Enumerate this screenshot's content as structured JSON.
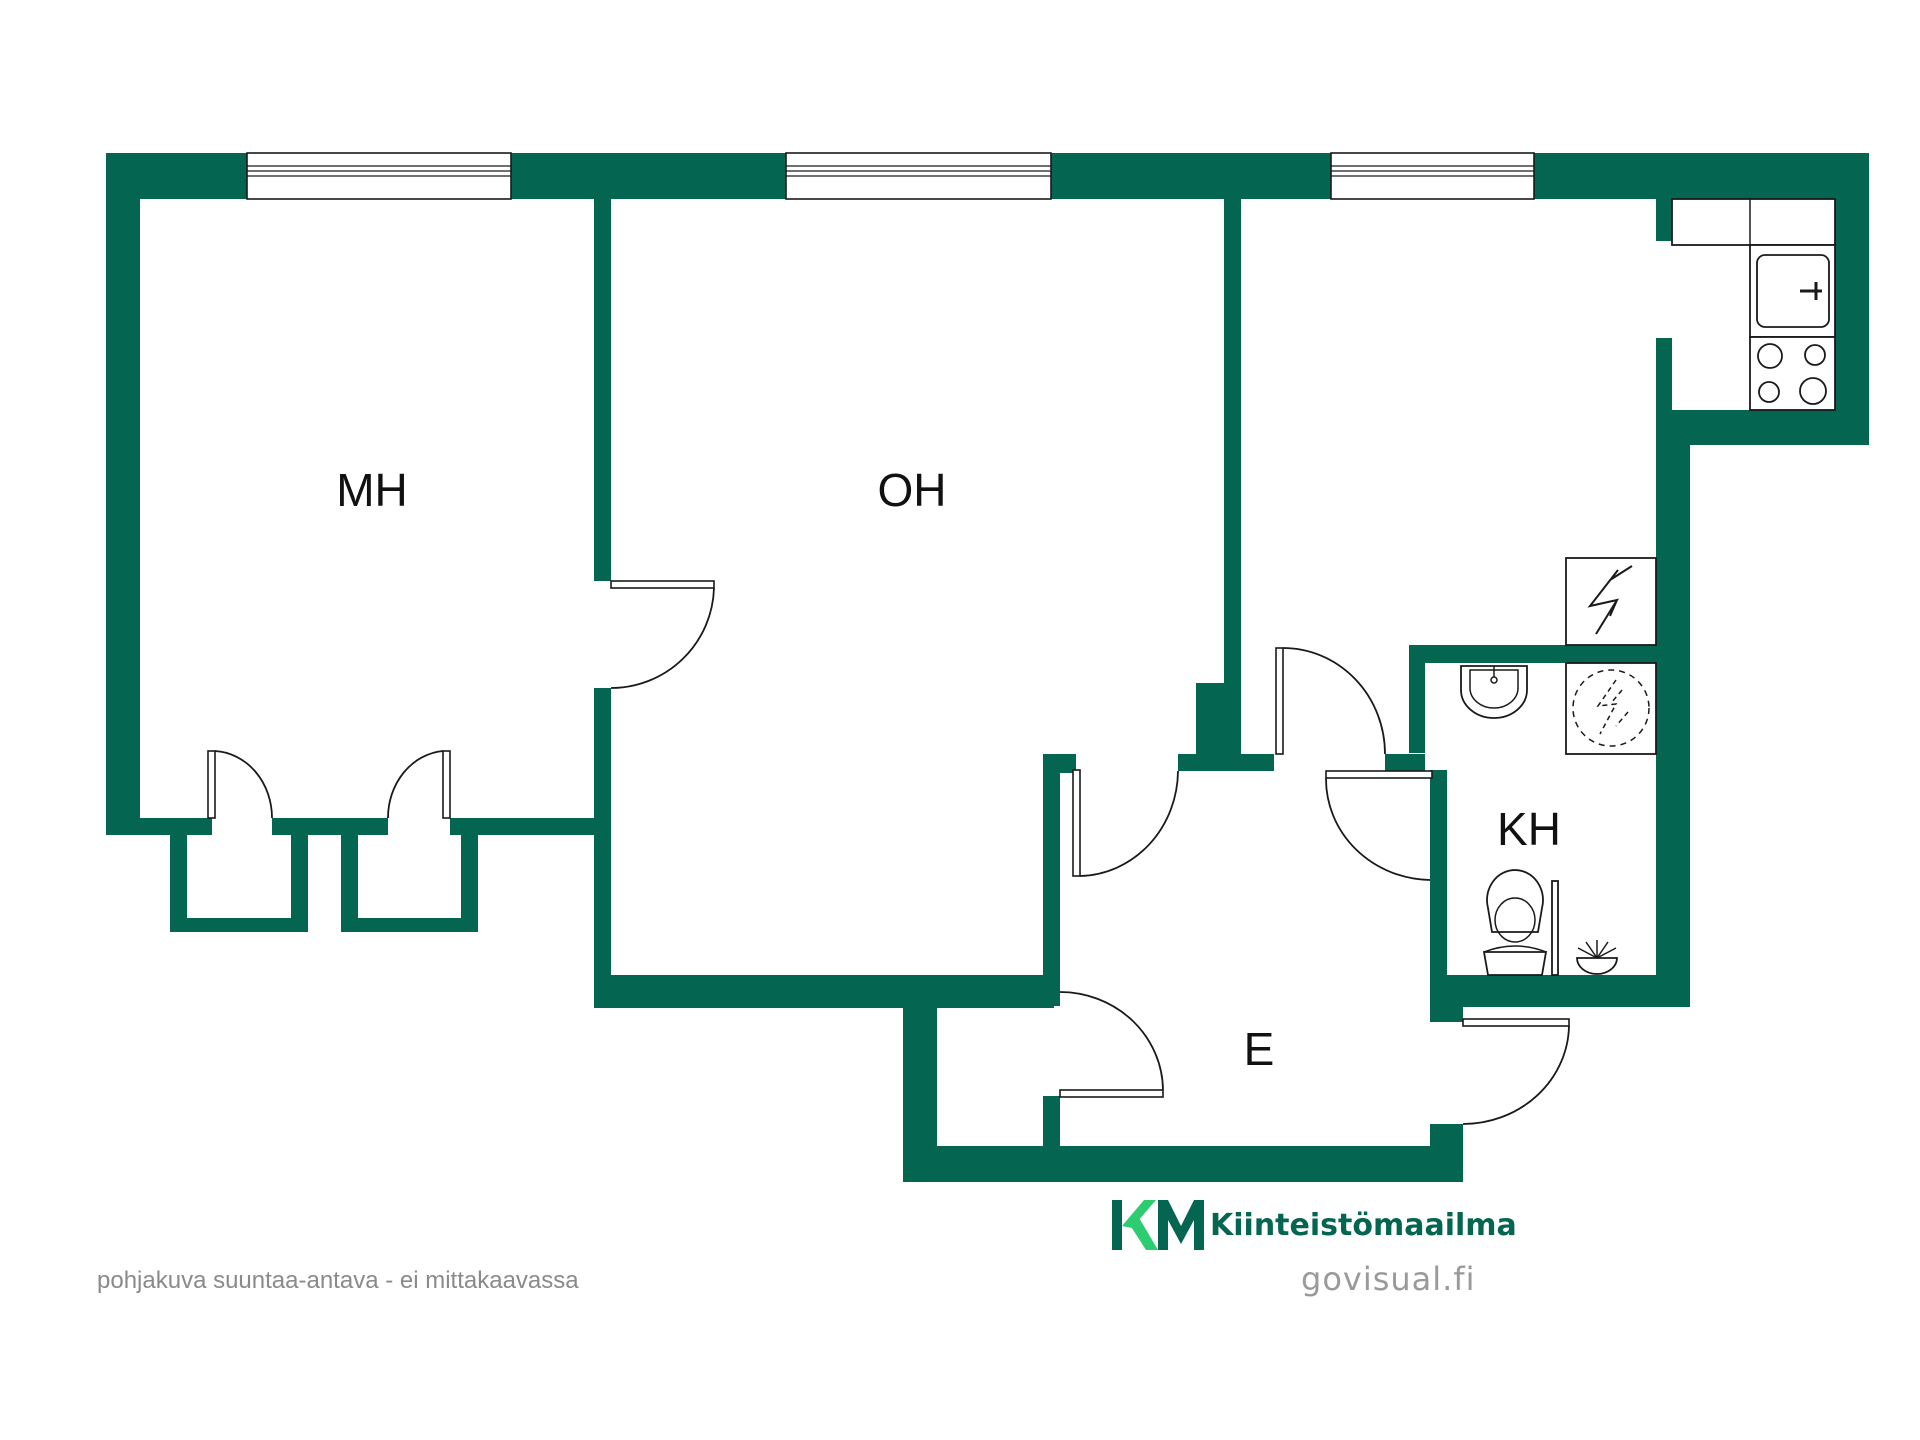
{
  "rooms": {
    "mh": "MH",
    "oh": "OH",
    "kh": "KH",
    "e": "E"
  },
  "footer": {
    "note": "pohjakuva suuntaa-antava - ei mittakaavassa",
    "brand": "Kiinteistömaailma",
    "site": "govisual.fi"
  },
  "colors": {
    "wall": "#046650",
    "logo_light": "#2ecc71",
    "logo_dark": "#046650",
    "footer_text": "#8a8a8a"
  },
  "icons": [
    "electric-panel-icon",
    "washing-machine-icon",
    "sink-icon",
    "stove-icon",
    "wash-basin-icon",
    "toilet-icon",
    "floor-drain-icon",
    "km-logo-icon"
  ]
}
